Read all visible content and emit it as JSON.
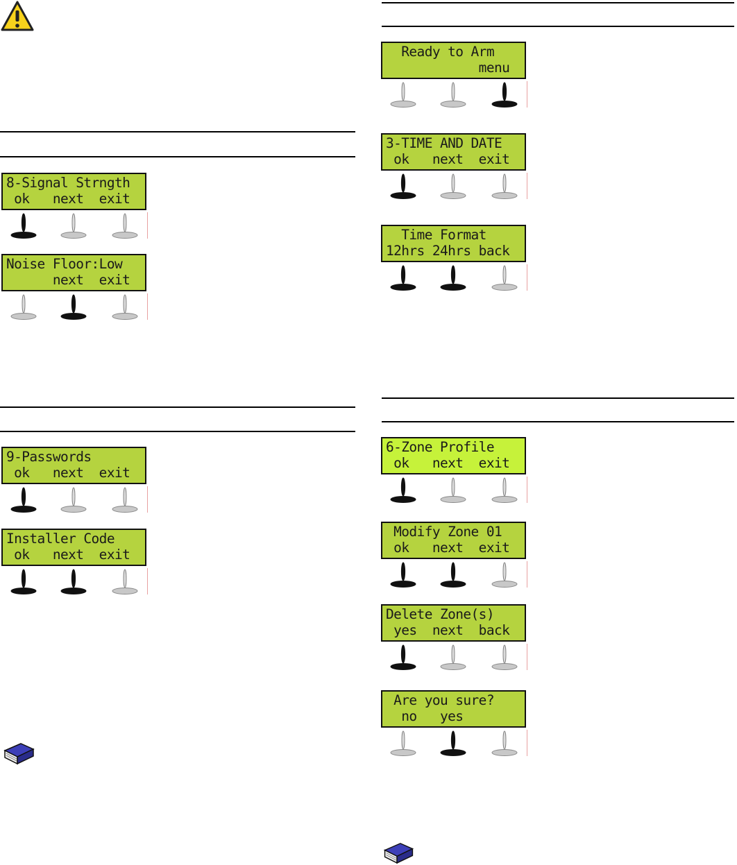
{
  "icons": {
    "warning": "warning-icon",
    "book": "book-icon"
  },
  "colors": {
    "lcd": "#b5d33f",
    "lcd_bright": "#c6f23a",
    "key_pressed": "#111111",
    "key_idle": "#9a9a9a"
  },
  "left": {
    "signal": {
      "lcd1": {
        "line1": "8-Signal Strngth",
        "line2": " ok   next  exit",
        "keys": [
          true,
          false,
          false
        ]
      },
      "lcd2": {
        "line1": "Noise Floor:Low",
        "line2": "      next  exit",
        "keys": [
          false,
          true,
          false
        ]
      }
    },
    "passwords": {
      "lcd1": {
        "line1": "9-Passwords",
        "line2": " ok   next  exit",
        "keys": [
          true,
          false,
          false
        ]
      },
      "lcd2": {
        "line1": "Installer Code",
        "line2": " ok   next  exit",
        "keys": [
          true,
          true,
          false
        ]
      }
    }
  },
  "right": {
    "time": {
      "lcd1": {
        "line1": "  Ready to Arm",
        "line2": "            menu",
        "keys": [
          false,
          false,
          true
        ]
      },
      "lcd2": {
        "line1": "3-TIME AND DATE",
        "line2": " ok   next  exit",
        "keys": [
          true,
          false,
          false
        ]
      },
      "lcd3": {
        "line1": "  Time Format",
        "line2": "12hrs 24hrs back",
        "keys": [
          true,
          true,
          false
        ]
      }
    },
    "zone": {
      "lcd1": {
        "line1": "6-Zone Profile",
        "line2": " ok   next  exit",
        "keys": [
          true,
          false,
          false
        ]
      },
      "lcd2": {
        "line1": " Modify Zone 01",
        "line2": " ok   next  exit",
        "keys": [
          true,
          true,
          false
        ]
      },
      "lcd3": {
        "line1": "Delete Zone(s)",
        "line2": " yes  next  back",
        "keys": [
          true,
          false,
          false
        ]
      },
      "lcd4": {
        "line1": " Are you sure?",
        "line2": "  no   yes",
        "keys": [
          false,
          true,
          false
        ]
      }
    }
  }
}
